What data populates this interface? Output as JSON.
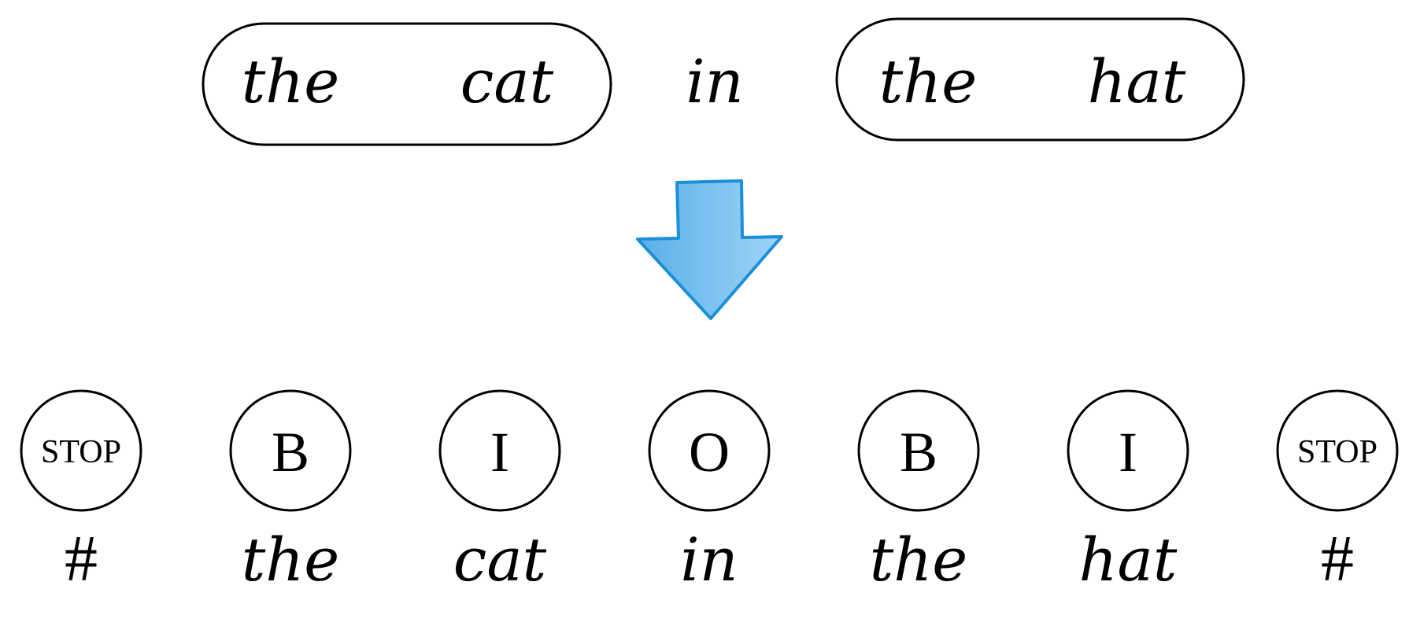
{
  "top_sentence": {
    "chunk1": {
      "word1": "the",
      "word2": "cat"
    },
    "middle": "in",
    "chunk2": {
      "word1": "the",
      "word2": "hat"
    }
  },
  "arrow": {
    "icon": "down-arrow-icon",
    "fill_start": "#5aafe8",
    "fill_end": "#9ed4f8",
    "stroke": "#1b8fd8"
  },
  "tags": [
    {
      "label": "STOP",
      "word": "#"
    },
    {
      "label": "B",
      "word": "the"
    },
    {
      "label": "I",
      "word": "cat"
    },
    {
      "label": "O",
      "word": "in"
    },
    {
      "label": "B",
      "word": "the"
    },
    {
      "label": "I",
      "word": "hat"
    },
    {
      "label": "STOP",
      "word": "#"
    }
  ]
}
